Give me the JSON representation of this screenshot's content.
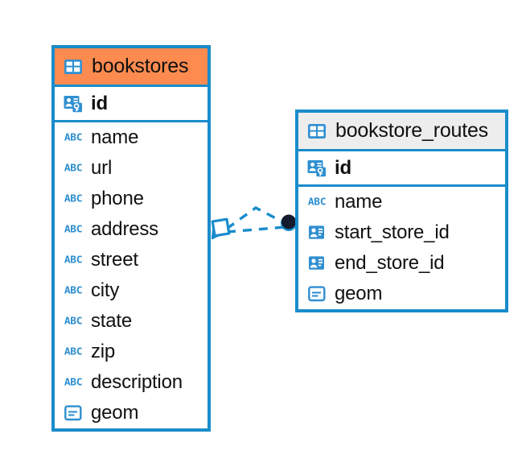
{
  "diagram": {
    "kind": "entity-relationship-diagram",
    "background_color": "#ffffff",
    "colors": {
      "border_blue": "#1a8ccb",
      "header_orange": "#fd8b4f",
      "header_gray": "#ededed",
      "icon_blue": "#2f8fd0",
      "text": "#111111",
      "endpoint_dark": "#141b2e"
    }
  },
  "tables": [
    {
      "id": "bookstores",
      "name": "bookstores",
      "header_icon": "table-icon",
      "header_style": "accent",
      "fields": [
        {
          "name": "id",
          "icon": "primary-key-icon",
          "type_hint": "key"
        },
        {
          "name": "name",
          "icon": "abc-text-icon",
          "type_hint": "text"
        },
        {
          "name": "url",
          "icon": "abc-text-icon",
          "type_hint": "text"
        },
        {
          "name": "phone",
          "icon": "abc-text-icon",
          "type_hint": "text"
        },
        {
          "name": "address",
          "icon": "abc-text-icon",
          "type_hint": "text"
        },
        {
          "name": "street",
          "icon": "abc-text-icon",
          "type_hint": "text"
        },
        {
          "name": "city",
          "icon": "abc-text-icon",
          "type_hint": "text"
        },
        {
          "name": "state",
          "icon": "abc-text-icon",
          "type_hint": "text"
        },
        {
          "name": "zip",
          "icon": "abc-text-icon",
          "type_hint": "text"
        },
        {
          "name": "description",
          "icon": "abc-text-icon",
          "type_hint": "text"
        },
        {
          "name": "geom",
          "icon": "geometry-icon",
          "type_hint": "geometry"
        }
      ]
    },
    {
      "id": "bookstore_routes",
      "name": "bookstore_routes",
      "header_icon": "table-icon",
      "header_style": "neutral",
      "fields": [
        {
          "name": "id",
          "icon": "primary-key-icon",
          "type_hint": "key"
        },
        {
          "name": "name",
          "icon": "abc-text-icon",
          "type_hint": "text"
        },
        {
          "name": "start_store_id",
          "icon": "foreign-key-icon",
          "type_hint": "reference"
        },
        {
          "name": "end_store_id",
          "icon": "foreign-key-icon",
          "type_hint": "reference"
        },
        {
          "name": "geom",
          "icon": "geometry-icon",
          "type_hint": "geometry"
        }
      ]
    }
  ],
  "relationship": {
    "from_table": "bookstores",
    "to_table": "bookstore_routes",
    "line_style": "dashed",
    "source_marker": "diamond-marker",
    "target_marker": "filled-circle-marker"
  }
}
